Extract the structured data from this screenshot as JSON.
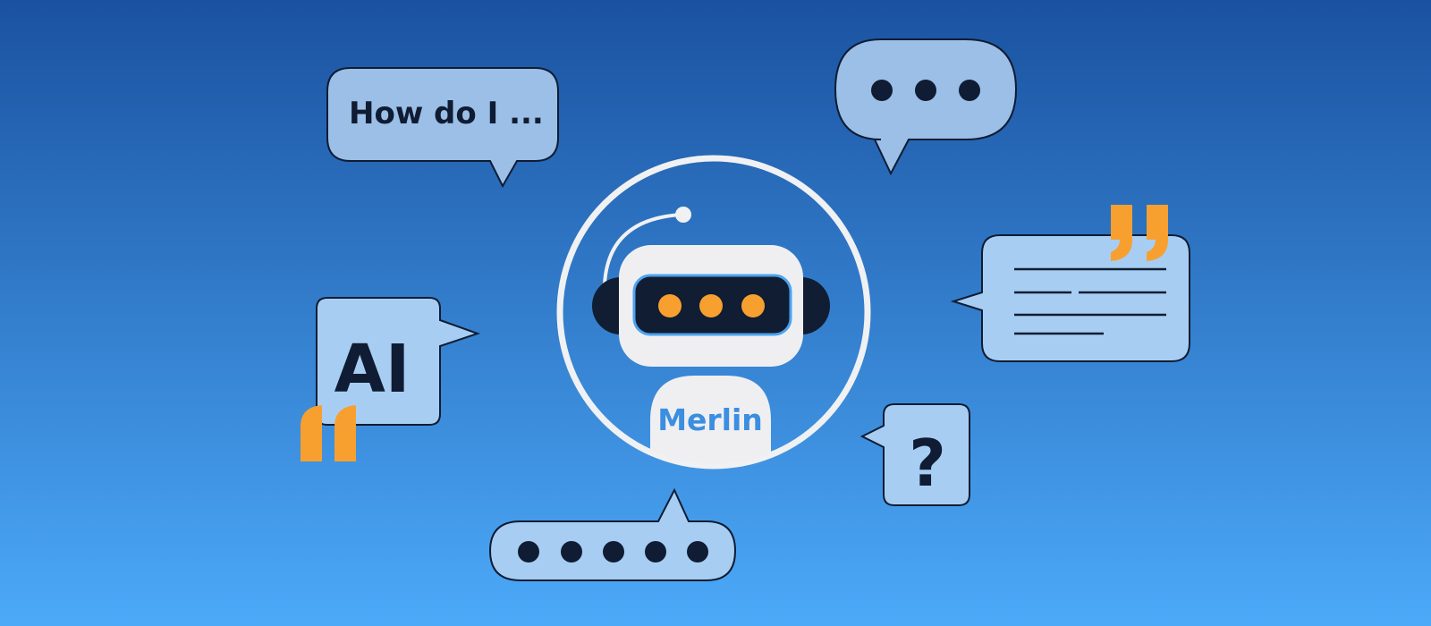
{
  "banner": {
    "colors": {
      "bg_top": "#1a52a0",
      "bg_bottom": "#4caaf9",
      "bubble_fill": "#9bbfe6",
      "bubble_light": "#a7cef2",
      "outline": "#0f1c33",
      "accent_orange": "#f7a030",
      "ring": "#f0f1f3",
      "robot_head": "#efeff1",
      "visor": "#101d33",
      "merlin_text": "#3b8ee0"
    },
    "bubbles": {
      "question_text": "How do I ...",
      "ai_text": "AI",
      "help_symbol": "?"
    },
    "robot": {
      "name": "Merlin"
    },
    "icons": {
      "open_quote": "quote-open-icon",
      "close_quote": "quote-close-icon",
      "typing_dots": "typing-dots-icon",
      "text_lines": "text-lines-icon",
      "antenna": "antenna-icon"
    }
  }
}
